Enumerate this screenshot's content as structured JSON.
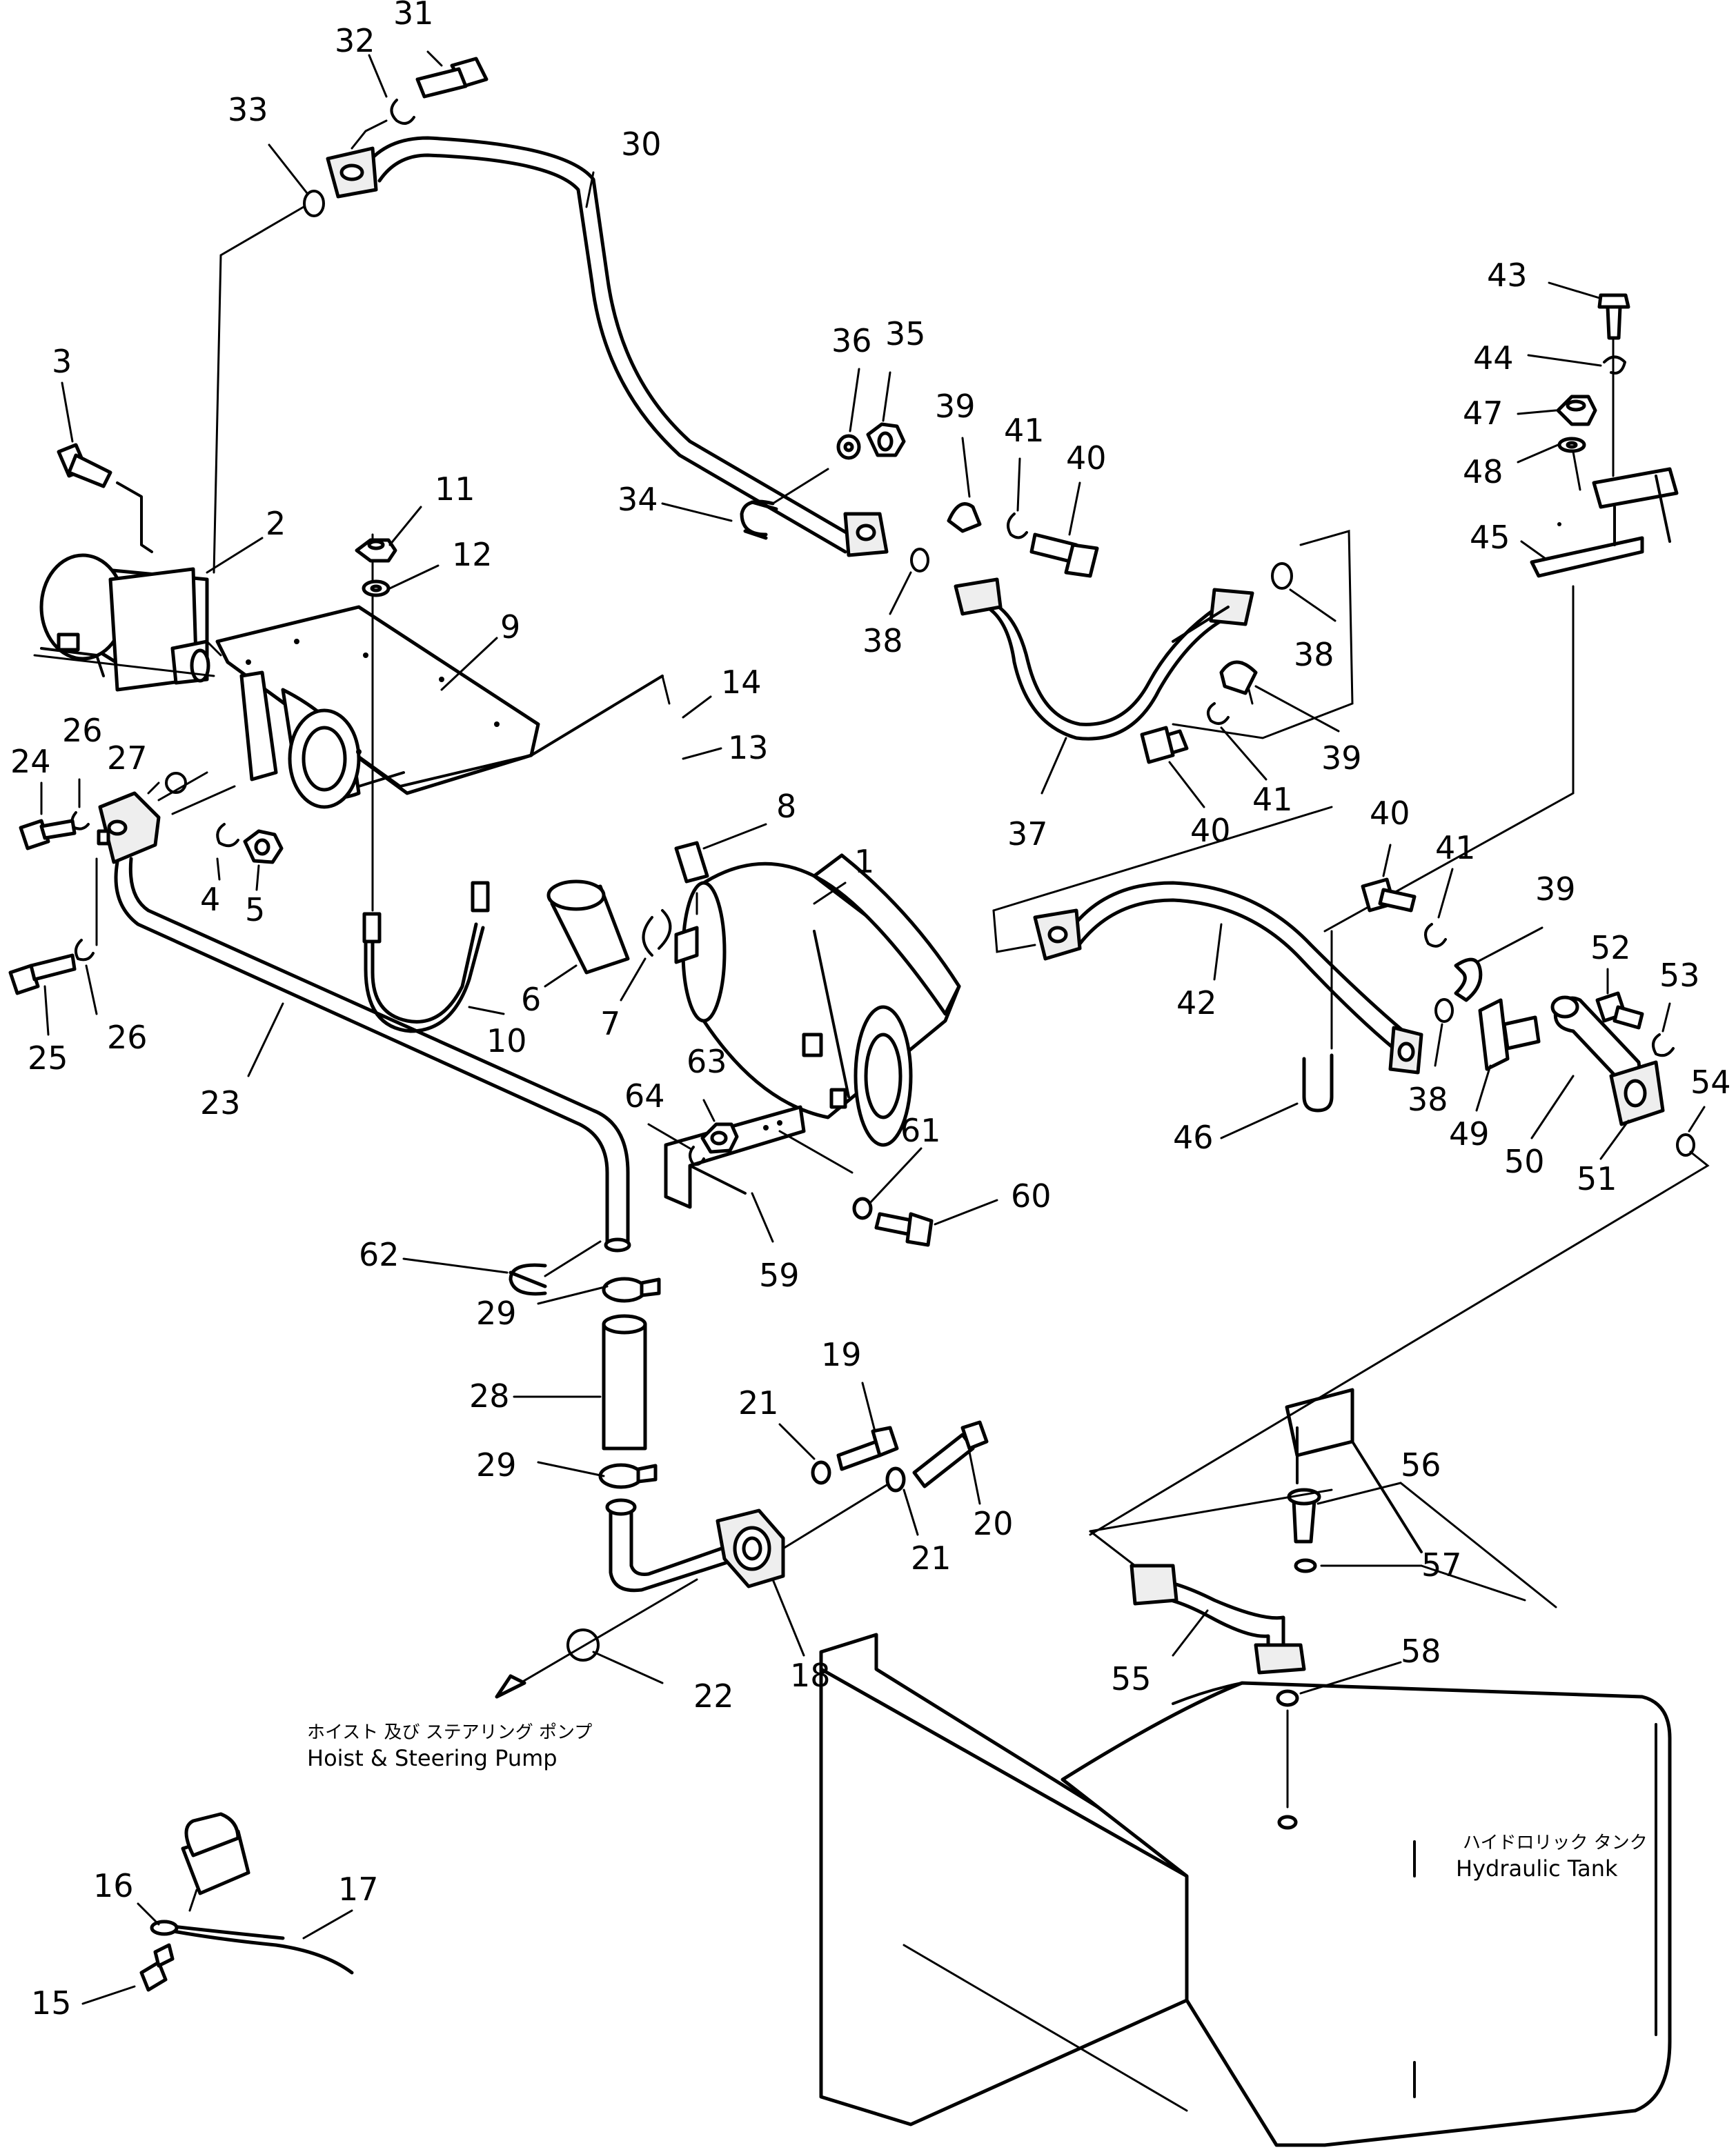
{
  "callouts": [
    {
      "id": "n1",
      "label": "1"
    },
    {
      "id": "n2",
      "label": "2"
    },
    {
      "id": "n3",
      "label": "3"
    },
    {
      "id": "n4",
      "label": "4"
    },
    {
      "id": "n5",
      "label": "5"
    },
    {
      "id": "n6",
      "label": "6"
    },
    {
      "id": "n7",
      "label": "7"
    },
    {
      "id": "n8",
      "label": "8"
    },
    {
      "id": "n9",
      "label": "9"
    },
    {
      "id": "n10",
      "label": "10"
    },
    {
      "id": "n11",
      "label": "11"
    },
    {
      "id": "n12",
      "label": "12"
    },
    {
      "id": "n13",
      "label": "13"
    },
    {
      "id": "n14",
      "label": "14"
    },
    {
      "id": "n15",
      "label": "15"
    },
    {
      "id": "n16",
      "label": "16"
    },
    {
      "id": "n17",
      "label": "17"
    },
    {
      "id": "n18",
      "label": "18"
    },
    {
      "id": "n19",
      "label": "19"
    },
    {
      "id": "n20",
      "label": "20"
    },
    {
      "id": "n21a",
      "label": "21"
    },
    {
      "id": "n21b",
      "label": "21"
    },
    {
      "id": "n22",
      "label": "22"
    },
    {
      "id": "n23",
      "label": "23"
    },
    {
      "id": "n24",
      "label": "24"
    },
    {
      "id": "n25",
      "label": "25"
    },
    {
      "id": "n26a",
      "label": "26"
    },
    {
      "id": "n26b",
      "label": "26"
    },
    {
      "id": "n27",
      "label": "27"
    },
    {
      "id": "n28",
      "label": "28"
    },
    {
      "id": "n29a",
      "label": "29"
    },
    {
      "id": "n29b",
      "label": "29"
    },
    {
      "id": "n30",
      "label": "30"
    },
    {
      "id": "n31",
      "label": "31"
    },
    {
      "id": "n32",
      "label": "32"
    },
    {
      "id": "n33",
      "label": "33"
    },
    {
      "id": "n34",
      "label": "34"
    },
    {
      "id": "n35",
      "label": "35"
    },
    {
      "id": "n36",
      "label": "36"
    },
    {
      "id": "n37",
      "label": "37"
    },
    {
      "id": "n38a",
      "label": "38"
    },
    {
      "id": "n38b",
      "label": "38"
    },
    {
      "id": "n38c",
      "label": "38"
    },
    {
      "id": "n39a",
      "label": "39"
    },
    {
      "id": "n39b",
      "label": "39"
    },
    {
      "id": "n39c",
      "label": "39"
    },
    {
      "id": "n40a",
      "label": "40"
    },
    {
      "id": "n40b",
      "label": "40"
    },
    {
      "id": "n40c",
      "label": "40"
    },
    {
      "id": "n41a",
      "label": "41"
    },
    {
      "id": "n41b",
      "label": "41"
    },
    {
      "id": "n41c",
      "label": "41"
    },
    {
      "id": "n42",
      "label": "42"
    },
    {
      "id": "n43",
      "label": "43"
    },
    {
      "id": "n44",
      "label": "44"
    },
    {
      "id": "n45",
      "label": "45"
    },
    {
      "id": "n46",
      "label": "46"
    },
    {
      "id": "n47",
      "label": "47"
    },
    {
      "id": "n48",
      "label": "48"
    },
    {
      "id": "n49",
      "label": "49"
    },
    {
      "id": "n50",
      "label": "50"
    },
    {
      "id": "n51",
      "label": "51"
    },
    {
      "id": "n52",
      "label": "52"
    },
    {
      "id": "n53",
      "label": "53"
    },
    {
      "id": "n54",
      "label": "54"
    },
    {
      "id": "n55",
      "label": "55"
    },
    {
      "id": "n56",
      "label": "56"
    },
    {
      "id": "n57",
      "label": "57"
    },
    {
      "id": "n58",
      "label": "58"
    },
    {
      "id": "n59",
      "label": "59"
    },
    {
      "id": "n60",
      "label": "60"
    },
    {
      "id": "n61",
      "label": "61"
    },
    {
      "id": "n62",
      "label": "62"
    },
    {
      "id": "n63",
      "label": "63"
    },
    {
      "id": "n64",
      "label": "64"
    }
  ],
  "captions": {
    "pump_jp": "ホイスト 及び ステアリング ポンプ",
    "pump_en": "Hoist & Steering Pump",
    "tank_jp": "ハイドロリック タンク",
    "tank_en": "Hydraulic Tank"
  }
}
